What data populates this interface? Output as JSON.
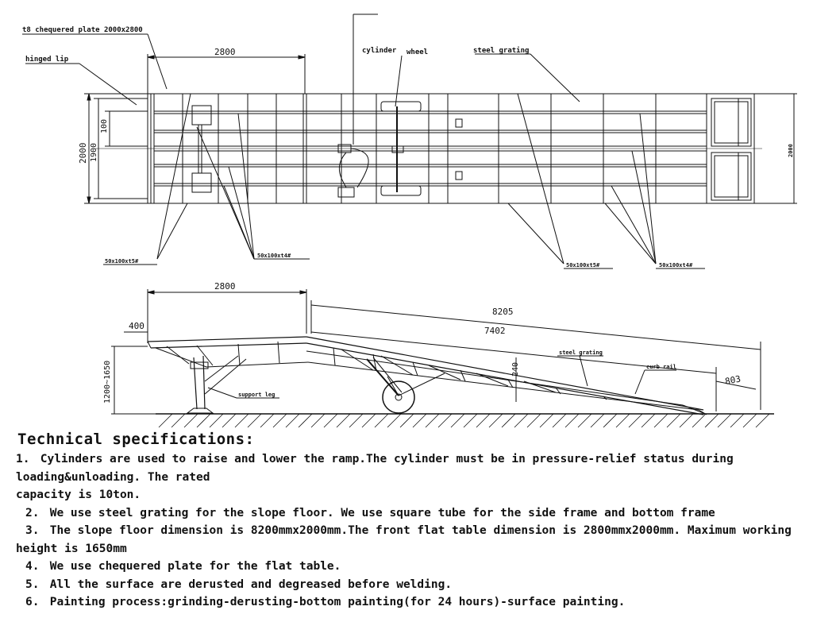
{
  "top_view": {
    "labels": {
      "chequered_plate": "t8 chequered plate 2000x2800",
      "hinged_lip": "hinged lip",
      "cylinder": "cylinder",
      "wheel": "wheel",
      "steel_grating": "steel grating"
    },
    "dimensions": {
      "flat_length": "2800",
      "width": "2000",
      "inner_width": "1900",
      "small": "100",
      "right_width": "2000"
    },
    "members": {
      "m1": "50x100xt5",
      "m2": "50x100xt4",
      "m3": "50x100xt5",
      "m4": "50x100xt4"
    },
    "member_suffix": "#"
  },
  "side_view": {
    "labels": {
      "steel_grating": "steel grating",
      "curb_rail": "curb rail",
      "support_leg": "support leg"
    },
    "dimensions": {
      "flat_length": "2800",
      "lip": "400",
      "total_length": "8205",
      "slope_length": "7402",
      "height_range": "1200~1650",
      "end": "803",
      "beam": "240"
    }
  },
  "specs": {
    "title": "Technical specifications:",
    "items": [
      {
        "num": "1.",
        "lines": [
          "Cylinders are used to raise and lower the ramp.The cylinder must be in pressure-relief  status during",
          "loading&unloading. The rated",
          "capacity is 10ton."
        ]
      },
      {
        "num": "2.",
        "lines": [
          "We use steel grating for the slope floor. We use square tube for the side frame and bottom frame"
        ]
      },
      {
        "num": "3.",
        "lines": [
          "The slope floor dimension is 8200mmx2000mm.The front flat table dimension is 2800mmx2000mm. Maximum working",
          "height is 1650mm"
        ]
      },
      {
        "num": "4.",
        "lines": [
          "We use  chequered plate for the flat table."
        ]
      },
      {
        "num": "5.",
        "lines": [
          "All the surface are derusted and degreased before welding."
        ]
      },
      {
        "num": "6.",
        "lines": [
          "Painting process:grinding-derusting-bottom painting(for 24 hours)-surface painting."
        ]
      }
    ]
  }
}
